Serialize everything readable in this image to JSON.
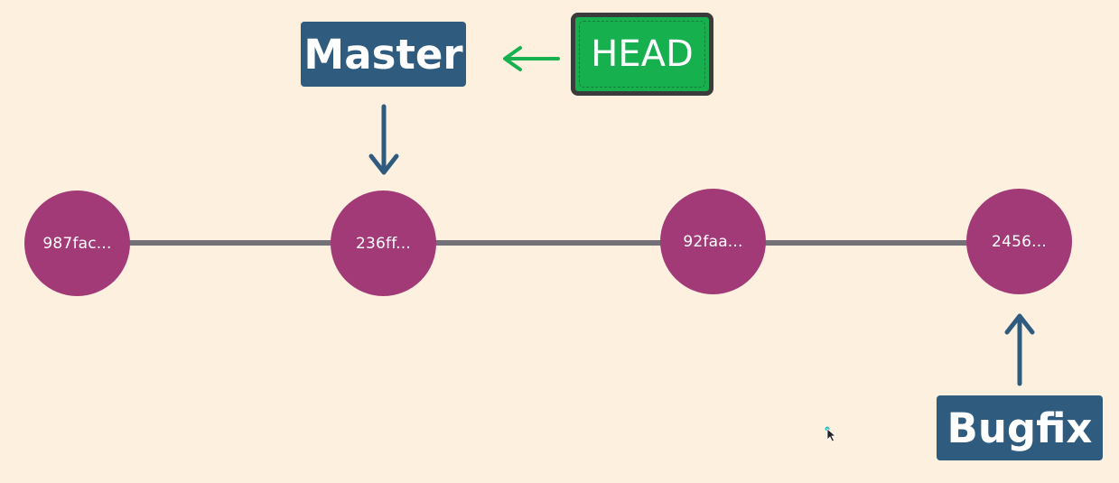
{
  "commits": [
    {
      "id": "987fac..."
    },
    {
      "id": "236ff..."
    },
    {
      "id": "92faa..."
    },
    {
      "id": "2456..."
    }
  ],
  "branches": {
    "master": "Master",
    "bugfix": "Bugfix"
  },
  "head": {
    "label": "HEAD"
  },
  "colors": {
    "background": "#fdf0df",
    "commit": "#a33a78",
    "branch": "#2f5b7f",
    "head": "#17b04e",
    "head_arrow": "#17b04e",
    "timeline": "#737078"
  }
}
